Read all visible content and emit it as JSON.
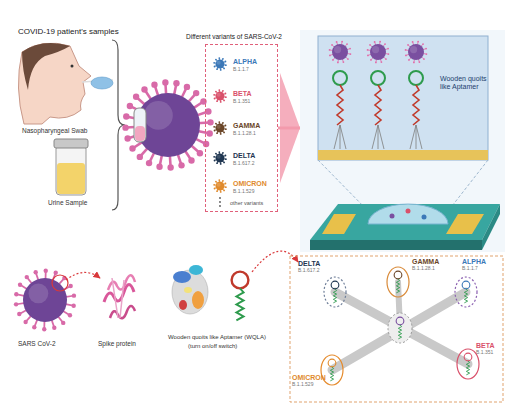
{
  "diagram": {
    "nodes": [
      {
        "text": [
          "Different variants of SARS-CoV-2"
        ]
      },
      {
        "text": [
          "Wooden quoits like Aptamer"
        ]
      },
      {
        "text": [
          "DELTA",
          "B.1.617.2"
        ]
      },
      {
        "text": [
          "GAMMA",
          "B.1.1.28.1"
        ]
      },
      {
        "text": [
          "ALPHA",
          "B.1.1.7"
        ]
      },
      {
        "text": [
          "OMICRON",
          "B.1.1.529"
        ]
      },
      {
        "text": [
          "BETA",
          "B.1.351"
        ]
      }
    ],
    "edges": [
      {
        "from": 0,
        "to": 1,
        "arrow": "to"
      }
    ],
    "labels": [
      "COVID-19 patient's samples",
      "Nasopharyngeal Swab",
      "Urine Sample",
      "ALPHA",
      "B.1.1.7",
      "BETA",
      "B.1.351",
      "GAMMA",
      "B.1.1.28.1",
      "DELTA",
      "B.1.617.2",
      "OMICRON",
      "B.1.1.529",
      "other variants",
      "SARS CoV-2",
      "Spike protein",
      "Wooden quoits like Aptamer (WQLA)",
      "(turn on/off switch)"
    ]
  }
}
